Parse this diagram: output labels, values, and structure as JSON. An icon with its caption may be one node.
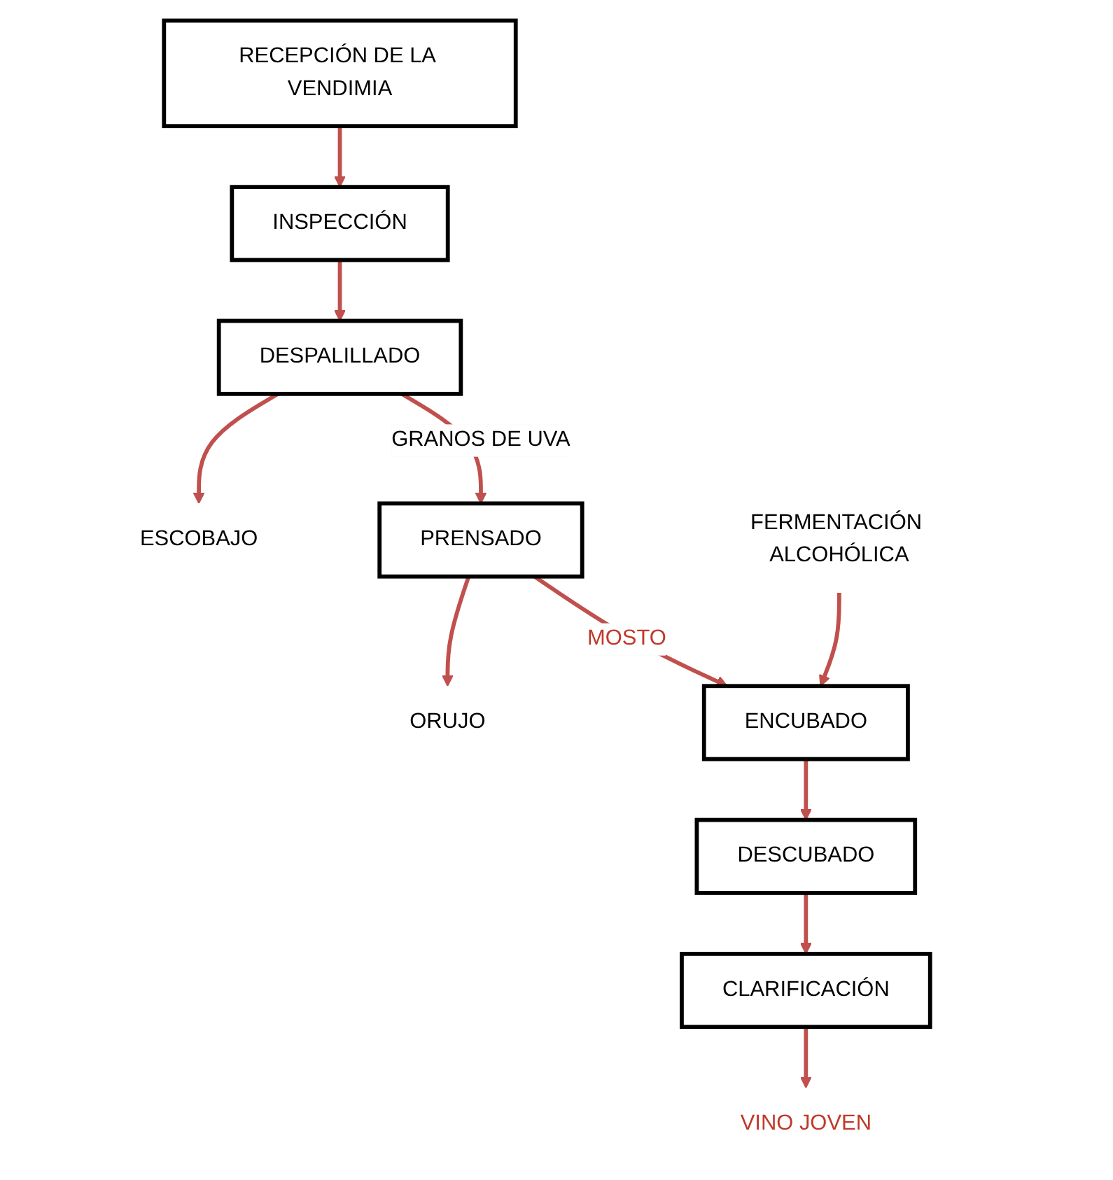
{
  "diagram": {
    "nodes": [
      {
        "text": [
          "RECEPCIÓN DE LA VENDIMIA"
        ]
      },
      {
        "text": [
          "INSPECCIÓN"
        ]
      },
      {
        "text": [
          "DESPALILLADO"
        ]
      },
      {
        "text": [
          "ESCOBAJO"
        ]
      },
      {
        "text": [
          "PRENSADO"
        ]
      },
      {
        "text": [
          "ORUJO"
        ]
      },
      {
        "text": [
          "ENCUBADO"
        ]
      },
      {
        "text": [
          "FERMENTACIÓN ALCOHÓLICA"
        ]
      },
      {
        "text": [
          "DESCUBADO"
        ]
      },
      {
        "text": [
          "CLARIFICACIÓN"
        ]
      },
      {
        "text": [
          "VINO JOVEN"
        ]
      }
    ],
    "edges": [
      {
        "from": 0,
        "to": 1,
        "arrow": "to"
      },
      {
        "from": 1,
        "to": 2,
        "arrow": "to"
      },
      {
        "from": 2,
        "to": 3,
        "arrow": "to"
      },
      {
        "from": 2,
        "to": 4,
        "arrow": "to",
        "label": "GRANOS DE UVA"
      },
      {
        "from": 4,
        "to": 5,
        "arrow": "to"
      },
      {
        "from": 4,
        "to": 6,
        "arrow": "to",
        "label": "MOSTO"
      },
      {
        "from": 7,
        "to": 6,
        "arrow": "to"
      },
      {
        "from": 6,
        "to": 8,
        "arrow": "to"
      },
      {
        "from": 8,
        "to": 9,
        "arrow": "to"
      },
      {
        "from": 9,
        "to": 10,
        "arrow": "to"
      }
    ]
  }
}
